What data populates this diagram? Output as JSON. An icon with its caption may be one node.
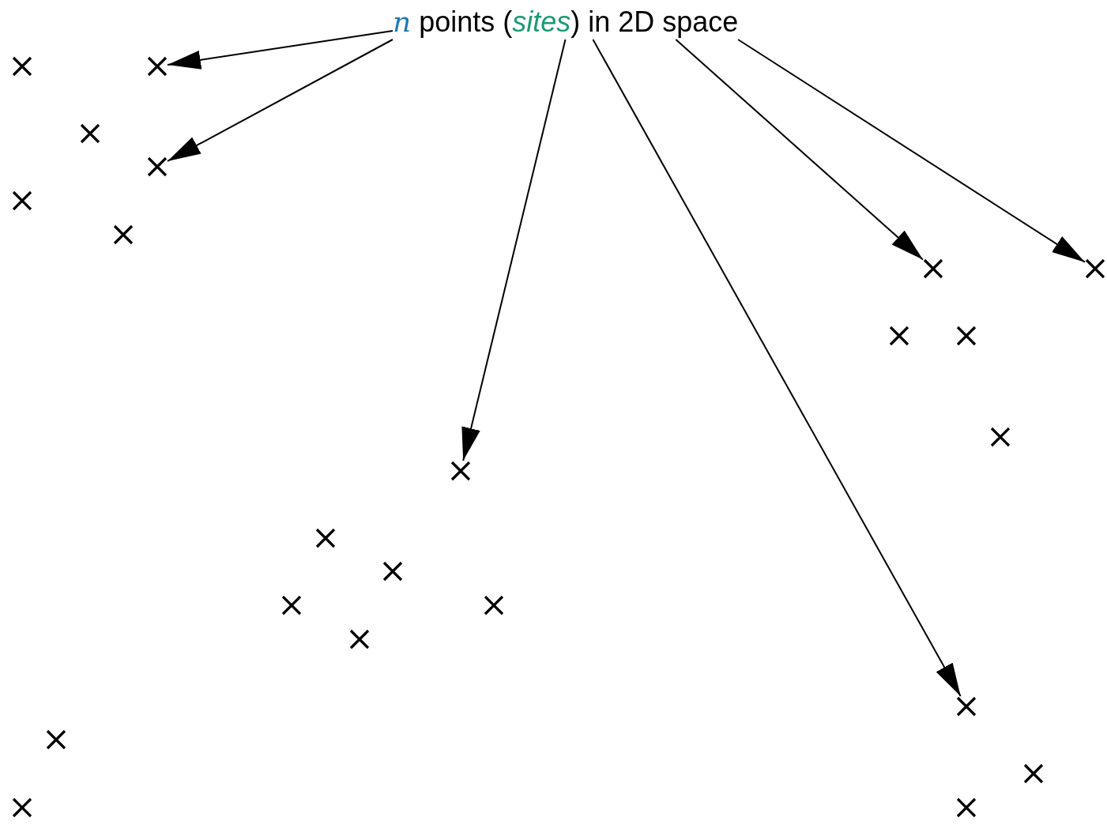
{
  "diagram": {
    "nodes": [
      {
        "text": [
          "*n* points (*sites*) in 2D space"
        ]
      },
      {
        "text": [],
        "shape": "cross"
      },
      {
        "text": [],
        "shape": "cross"
      },
      {
        "text": [],
        "shape": "cross"
      },
      {
        "text": [],
        "shape": "cross"
      },
      {
        "text": [],
        "shape": "cross"
      },
      {
        "text": [],
        "shape": "cross"
      },
      {
        "text": [],
        "shape": "cross"
      },
      {
        "text": [],
        "shape": "cross"
      },
      {
        "text": [],
        "shape": "cross"
      },
      {
        "text": [],
        "shape": "cross"
      },
      {
        "text": [],
        "shape": "cross"
      },
      {
        "text": [],
        "shape": "cross"
      },
      {
        "text": [],
        "shape": "cross"
      },
      {
        "text": [],
        "shape": "cross"
      },
      {
        "text": [],
        "shape": "cross"
      },
      {
        "text": [],
        "shape": "cross"
      },
      {
        "text": [],
        "shape": "cross"
      },
      {
        "text": [],
        "shape": "cross"
      },
      {
        "text": [],
        "shape": "cross"
      },
      {
        "text": [],
        "shape": "cross"
      },
      {
        "text": [],
        "shape": "cross"
      },
      {
        "text": [],
        "shape": "cross"
      }
    ],
    "edges": [
      {
        "from": 0,
        "to": 2,
        "arrow": "to"
      },
      {
        "from": 0,
        "to": 4,
        "arrow": "to"
      },
      {
        "from": 0,
        "to": 12,
        "arrow": "to"
      },
      {
        "from": 0,
        "to": 18,
        "arrow": "to"
      },
      {
        "from": 0,
        "to": 7,
        "arrow": "to"
      },
      {
        "from": 0,
        "to": 8,
        "arrow": "to"
      }
    ]
  }
}
